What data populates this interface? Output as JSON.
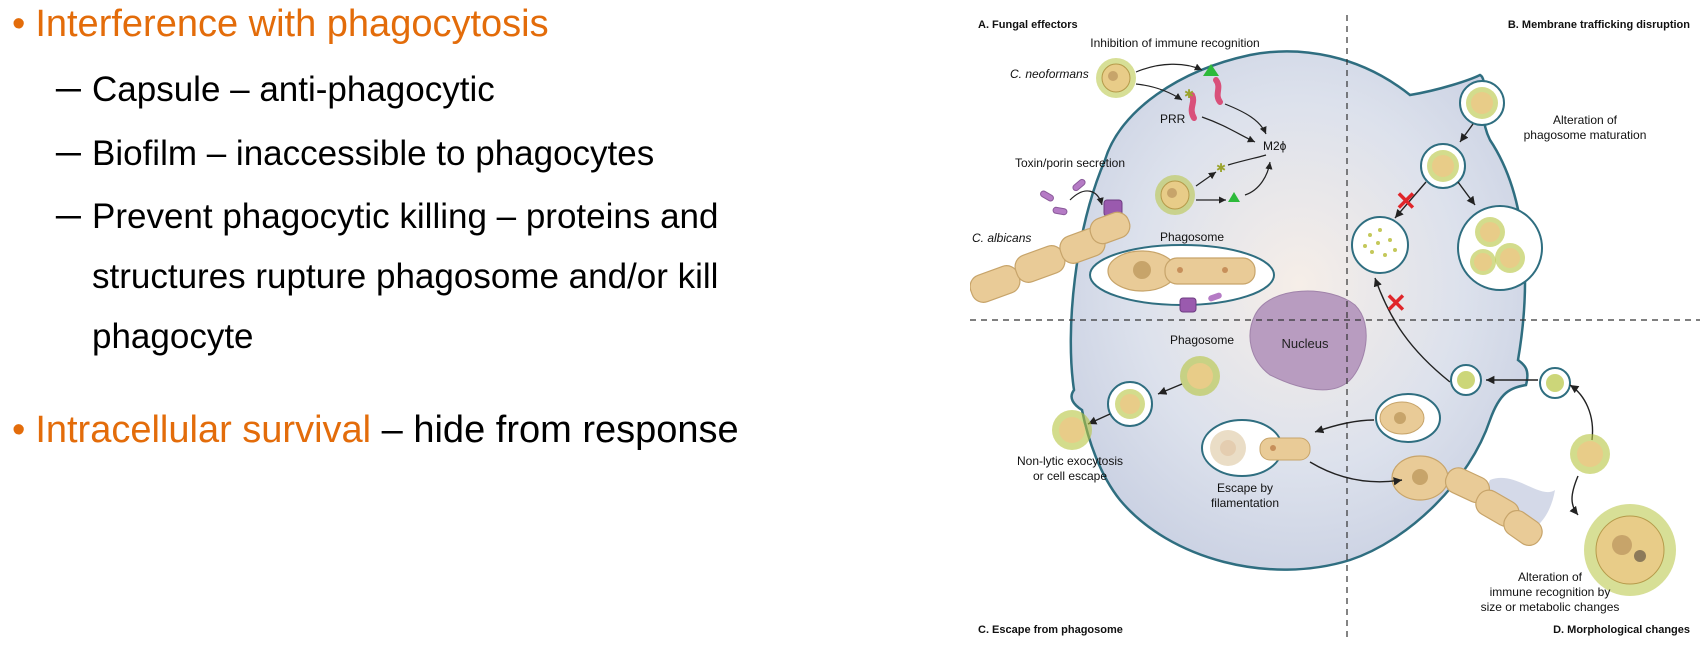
{
  "bullets": {
    "b1": "Interference with phagocytosis",
    "sub1": "Capsule – anti-phagocytic",
    "sub2": "Biofilm – inaccessible to phagocytes",
    "sub3": "Prevent phagocytic killing – proteins and structures rupture phagosome and/or kill phagocyte",
    "b2_highlight": "Intracellular survival",
    "b2_rest": " – hide from response",
    "bullet_char": "•",
    "dash_char": "─"
  },
  "figure": {
    "quadrant_a": "A.  Fungal effectors",
    "quadrant_b": "B.  Membrane trafficking disruption",
    "quadrant_c": "C.  Escape from phagosome",
    "quadrant_d": "D.  Morphological changes",
    "inhibition": "Inhibition of immune recognition",
    "c_neoformans": "C. neoformans",
    "prr": "PRR",
    "m2": "M2ϕ",
    "toxin": "Toxin/porin secretion",
    "c_albicans": "C. albicans",
    "phagosome_top": "Phagosome",
    "phagosome_bottom": "Phagosome",
    "alteration_phago_1": "Alteration of",
    "alteration_phago_2": "phagosome maturation",
    "nucleus": "Nucleus",
    "nonlytic_1": "Non-lytic exocytosis",
    "nonlytic_2": "or cell escape",
    "escape_1": "Escape by",
    "escape_2": "filamentation",
    "alteration_immune_1": "Alteration of",
    "alteration_immune_2": "immune recognition by",
    "alteration_immune_3": "size or metabolic changes"
  },
  "colors": {
    "accent": "#E36C0A",
    "cell_fill": "#DCE1EC",
    "cell_stroke": "#2F6E80",
    "nucleus": "#B89CC0",
    "yeast": "#E8CC88",
    "capsule": "#B6C440",
    "hyphae": "#E9CB97",
    "prr": "#D9507A",
    "ligand_green": "#2DBA3A",
    "block_red": "#E0262A"
  }
}
